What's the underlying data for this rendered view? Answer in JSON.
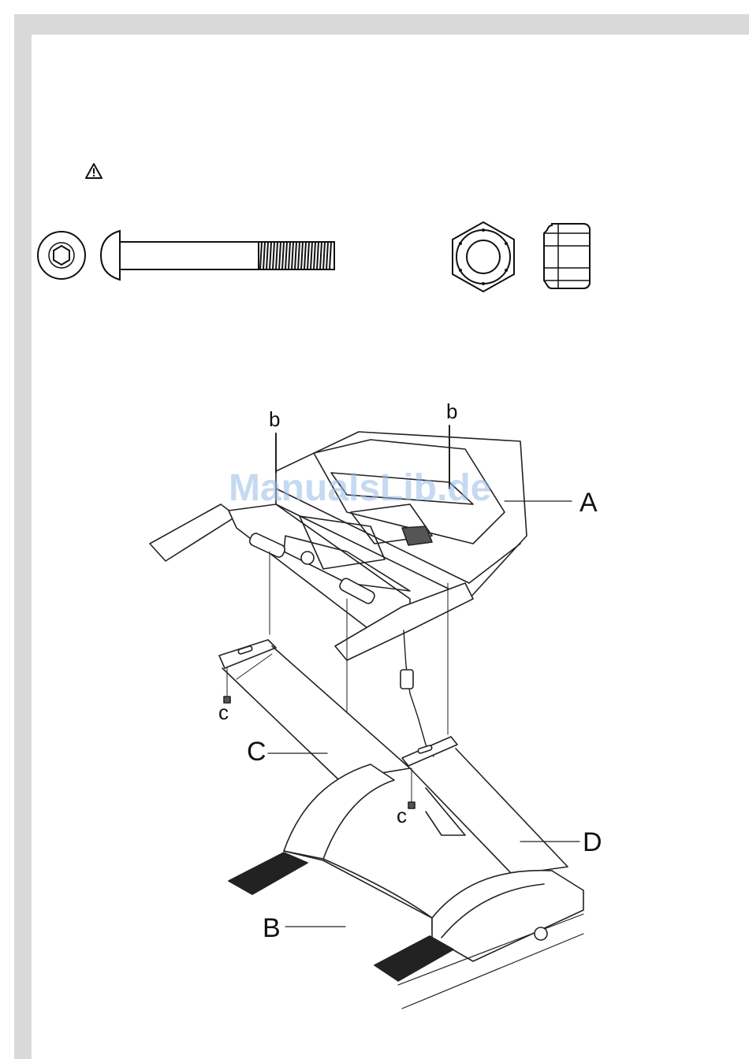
{
  "labels": {
    "A": "A",
    "B": "B",
    "C": "C",
    "D": "D",
    "b_left": "b",
    "b_right": "b",
    "c_left": "c",
    "c_right": "c"
  },
  "watermark": "ManualsLib.de",
  "icons": {
    "warning": "warning-triangle-icon",
    "bolt_head": "hex-socket-bolt-head-icon",
    "bolt_side": "button-head-bolt-icon",
    "nut_top": "lock-nut-top-icon",
    "nut_side": "lock-nut-side-icon"
  },
  "colors": {
    "frame": "#d9d9d9",
    "line": "#111111",
    "watermark": "#96b9e6"
  }
}
